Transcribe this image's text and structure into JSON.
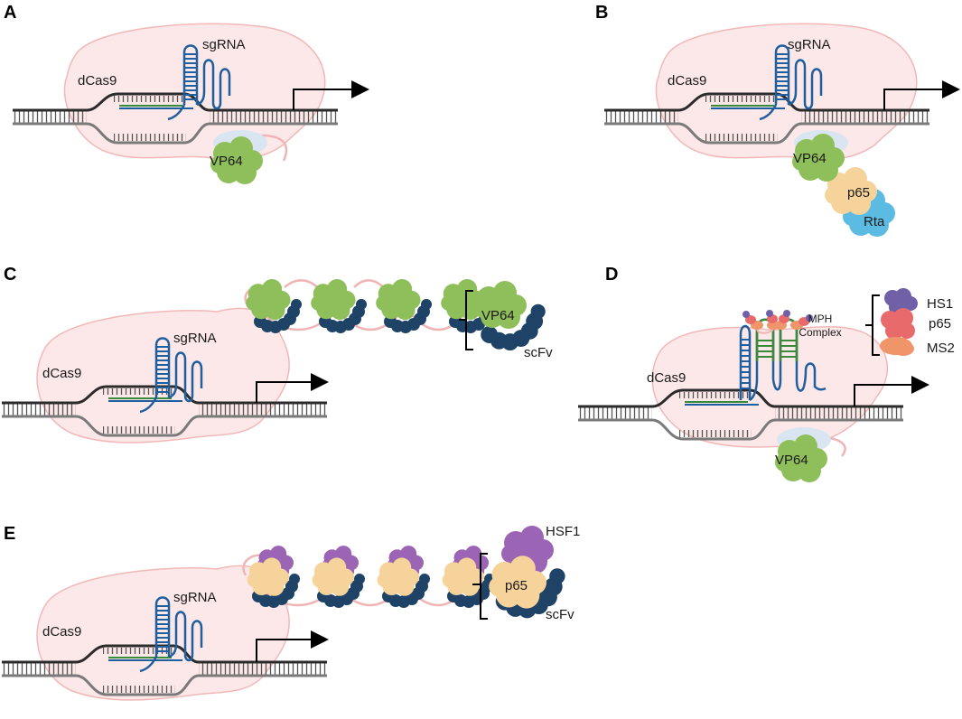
{
  "colors": {
    "cas9_fill": "#fce8e8",
    "cas9_stroke": "#f2b8b8",
    "dna_dark": "#2b2b2b",
    "dna_grey": "#7a7a7a",
    "sgrna": "#1f5fa0",
    "vp64": "#8fbf5a",
    "p65": "#f6d39a",
    "rta": "#5bbbe3",
    "scfv": "#1e4366",
    "hsf1": "#9b64b4",
    "hs1": "#7060a8",
    "p65_mph": "#e86a6a",
    "ms2": "#f0956a",
    "stem_green": "#3a8a3a",
    "arrow": "#000000"
  },
  "panels": {
    "a": {
      "letter": "A",
      "dcas9": "dCas9",
      "sgrna": "sgRNA",
      "vp64": "VP64"
    },
    "b": {
      "letter": "B",
      "dcas9": "dCas9",
      "sgrna": "sgRNA",
      "vp64": "VP64",
      "p65": "p65",
      "rta": "Rta"
    },
    "c": {
      "letter": "C",
      "dcas9": "dCas9",
      "sgrna": "sgRNA",
      "legend_vp64": "VP64",
      "legend_scfv": "scFv"
    },
    "d": {
      "letter": "D",
      "dcas9": "dCas9",
      "vp64": "VP64",
      "complex_line1": "MPH",
      "complex_line2": "Complex",
      "hs1": "HS1",
      "p65": "p65",
      "ms2": "MS2"
    },
    "e": {
      "letter": "E",
      "dcas9": "dCas9",
      "sgrna": "sgRNA",
      "legend_hsf1": "HSF1",
      "legend_p65": "p65",
      "legend_scfv": "scFv"
    }
  }
}
